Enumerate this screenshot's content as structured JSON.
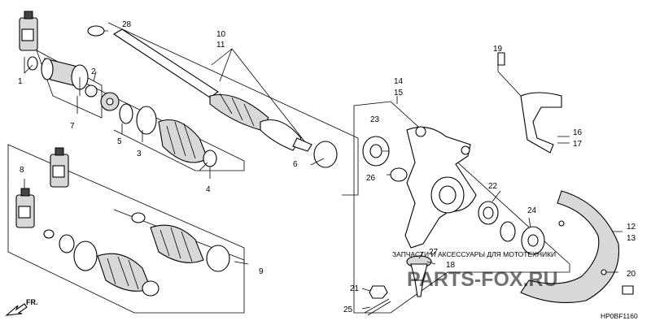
{
  "callouts": {
    "c1": "1",
    "c2": "2",
    "c3": "3",
    "c4": "4",
    "c5": "5",
    "c6": "6",
    "c7": "7",
    "c8": "8",
    "c9": "9",
    "c10": "10",
    "c11": "11",
    "c12": "12",
    "c13": "13",
    "c14": "14",
    "c15": "15",
    "c16": "16",
    "c17": "17",
    "c18": "18",
    "c19": "19",
    "c20": "20",
    "c21": "21",
    "c22": "22",
    "c23": "23",
    "c24": "24",
    "c25": "25",
    "c26": "26",
    "c27": "27",
    "c28": "28"
  },
  "drawing_code": "HP0BF1160",
  "direction_label": "FR.",
  "watermark": {
    "tagline": "ЗАПЧАСТИ И АКСЕССУАРЫ ДЛЯ МОТОТЕХНИКИ",
    "brand": "PARTS-FOX.RU"
  },
  "colors": {
    "line": "#000000",
    "background": "#ffffff",
    "watermark": "#ff9a9a"
  }
}
